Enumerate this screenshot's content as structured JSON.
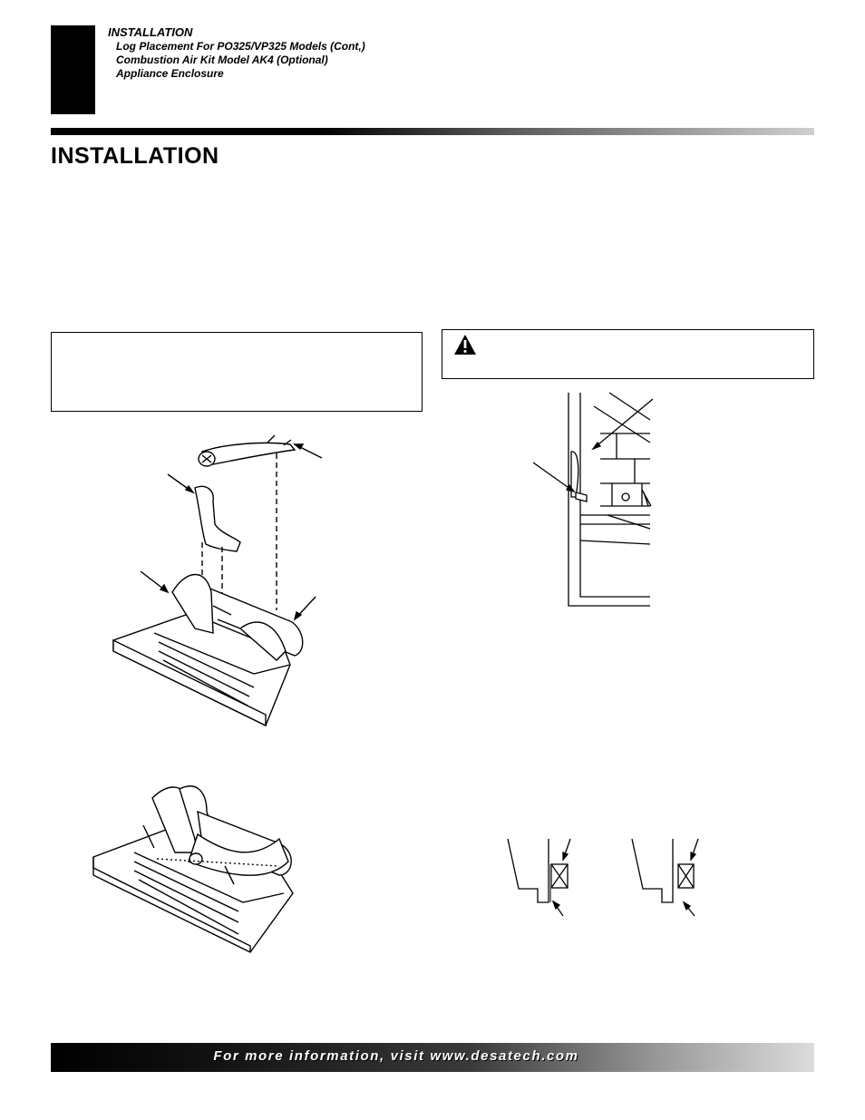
{
  "header": {
    "section": "INSTALLATION",
    "items": [
      "Log Placement For PO325/VP325 Models (Cont,)",
      "Combustion Air Kit Model AK4 (Optional)",
      "Appliance Enclosure"
    ]
  },
  "page_title": "INSTALLATION",
  "footer": {
    "text": "For more information, visit www.desatech.com"
  },
  "icons": {
    "warning": "warning-triangle-icon"
  }
}
